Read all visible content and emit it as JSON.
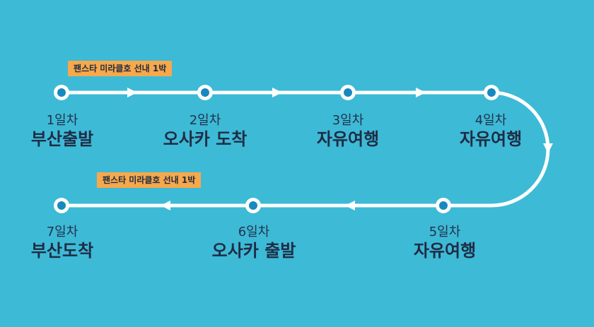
{
  "colors": {
    "background": "#3dbad6",
    "route": "#ffffff",
    "stop_dot": "#1789c0",
    "tag_bg": "#f7a84b",
    "text": "#1f2c44"
  },
  "tags": [
    {
      "label": "팬스타 미라클호 선내 1박"
    },
    {
      "label": "팬스타 미라클호 선내 1박"
    }
  ],
  "stops": [
    {
      "day": "1일차",
      "place": "부산출발"
    },
    {
      "day": "2일차",
      "place": "오사카 도착"
    },
    {
      "day": "3일차",
      "place": "자유여행"
    },
    {
      "day": "4일차",
      "place": "자유여행"
    },
    {
      "day": "5일차",
      "place": "자유여행"
    },
    {
      "day": "6일차",
      "place": "오사카 출발"
    },
    {
      "day": "7일차",
      "place": "부산도착"
    }
  ]
}
